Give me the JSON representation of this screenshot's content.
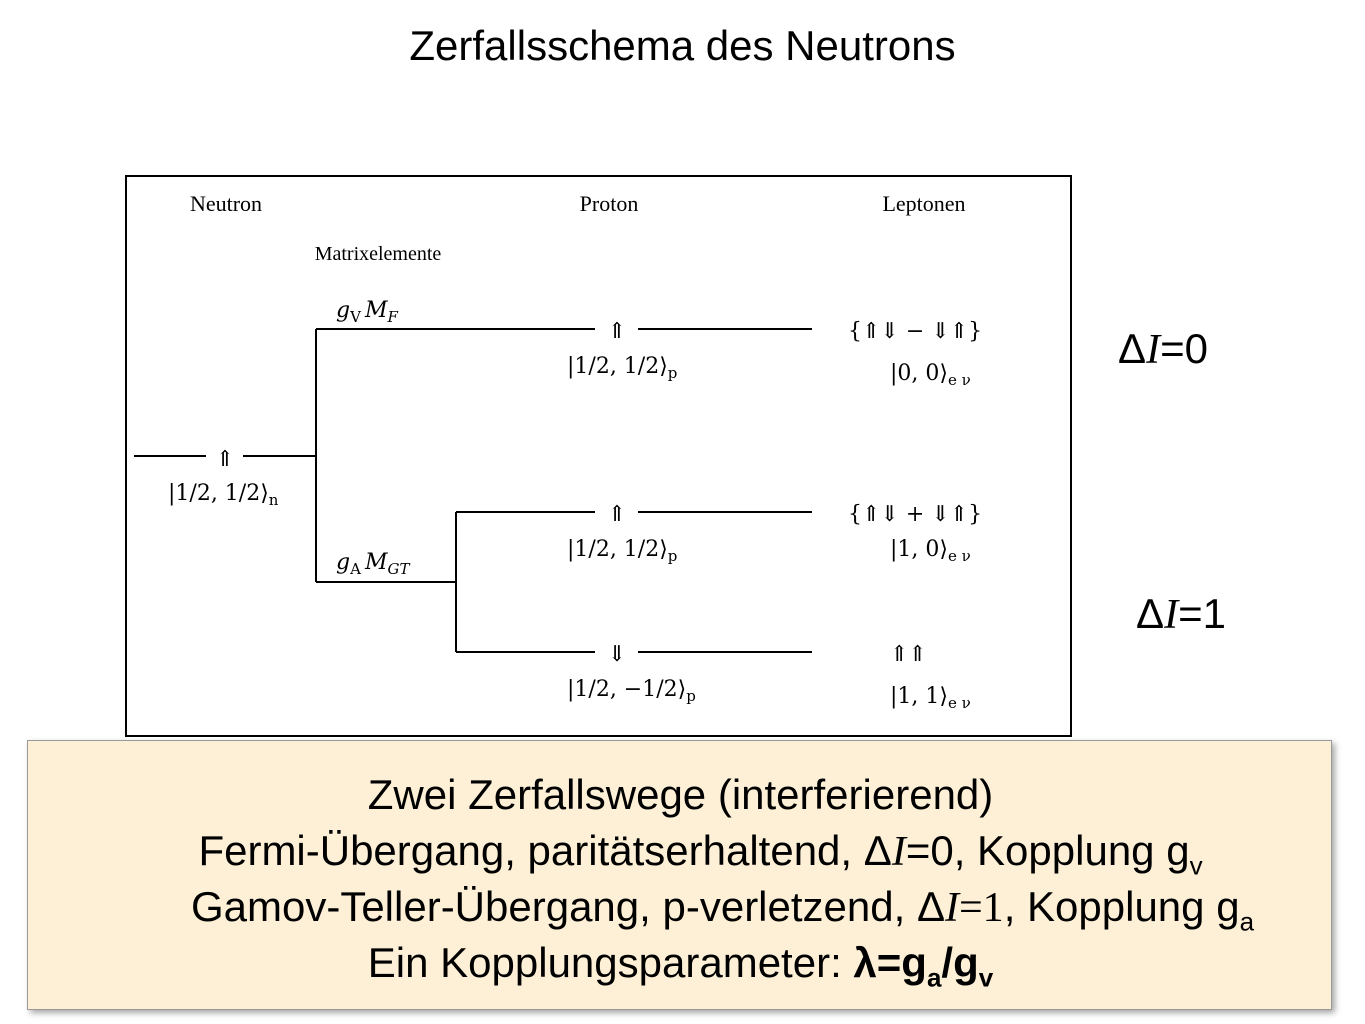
{
  "title": "Zerfallsschema des Neutrons",
  "diagram": {
    "col_neutron": "Neutron",
    "col_proton": "Proton",
    "col_leptons": "Leptonen",
    "matrix_label": "Matrixelemente",
    "neutron_state": "|1/2, 1/2⟩",
    "neutron_sub": "n",
    "neutron_arrow": "⇑",
    "gv": "g",
    "gv_sub": "V",
    "mf": "M",
    "mf_sub": "F",
    "ga": "g",
    "ga_sub": "A",
    "mgt": "M",
    "mgt_sub": "GT",
    "branch1": {
      "arrow": "⇑",
      "state": "|1/2, 1/2⟩",
      "sub": "p",
      "lepton": "{⇑⇓ − ⇓⇑}",
      "lepton_state": "|0, 0⟩",
      "lepton_sub": "e ν"
    },
    "branch2": {
      "arrow": "⇑",
      "state": "|1/2, 1/2⟩",
      "sub": "p",
      "lepton": "{⇑⇓ + ⇓⇑}",
      "lepton_state": "|1, 0⟩",
      "lepton_sub": "e ν"
    },
    "branch3": {
      "arrow": "⇓",
      "state": "|1/2, −1/2⟩",
      "sub": "p",
      "lepton": "⇑⇑",
      "lepton_state": "|1, 1⟩",
      "lepton_sub": "e ν"
    }
  },
  "delta0": {
    "prefix": "Δ",
    "var": "I",
    "value": "=0"
  },
  "delta1": {
    "prefix": "Δ",
    "var": "I",
    "value": "=1"
  },
  "callout": {
    "line1": "Zwei Zerfallswege (interferierend)",
    "line2_a": "Fermi-Übergang, paritätserhaltend, Δ",
    "line2_var": "I",
    "line2_b": "=0, Kopplung g",
    "line2_sub": "v",
    "line3_a": "Gamov-Teller-Übergang, p-verletzend, Δ",
    "line3_var": "I",
    "line3_b": "=1",
    "line3_c": ", Kopplung g",
    "line3_sub": "a",
    "line4_a": "Ein Kopplungsparameter: ",
    "line4_b": "λ=g",
    "line4_sub1": "a",
    "line4_c": "/g",
    "line4_sub2": "v"
  }
}
